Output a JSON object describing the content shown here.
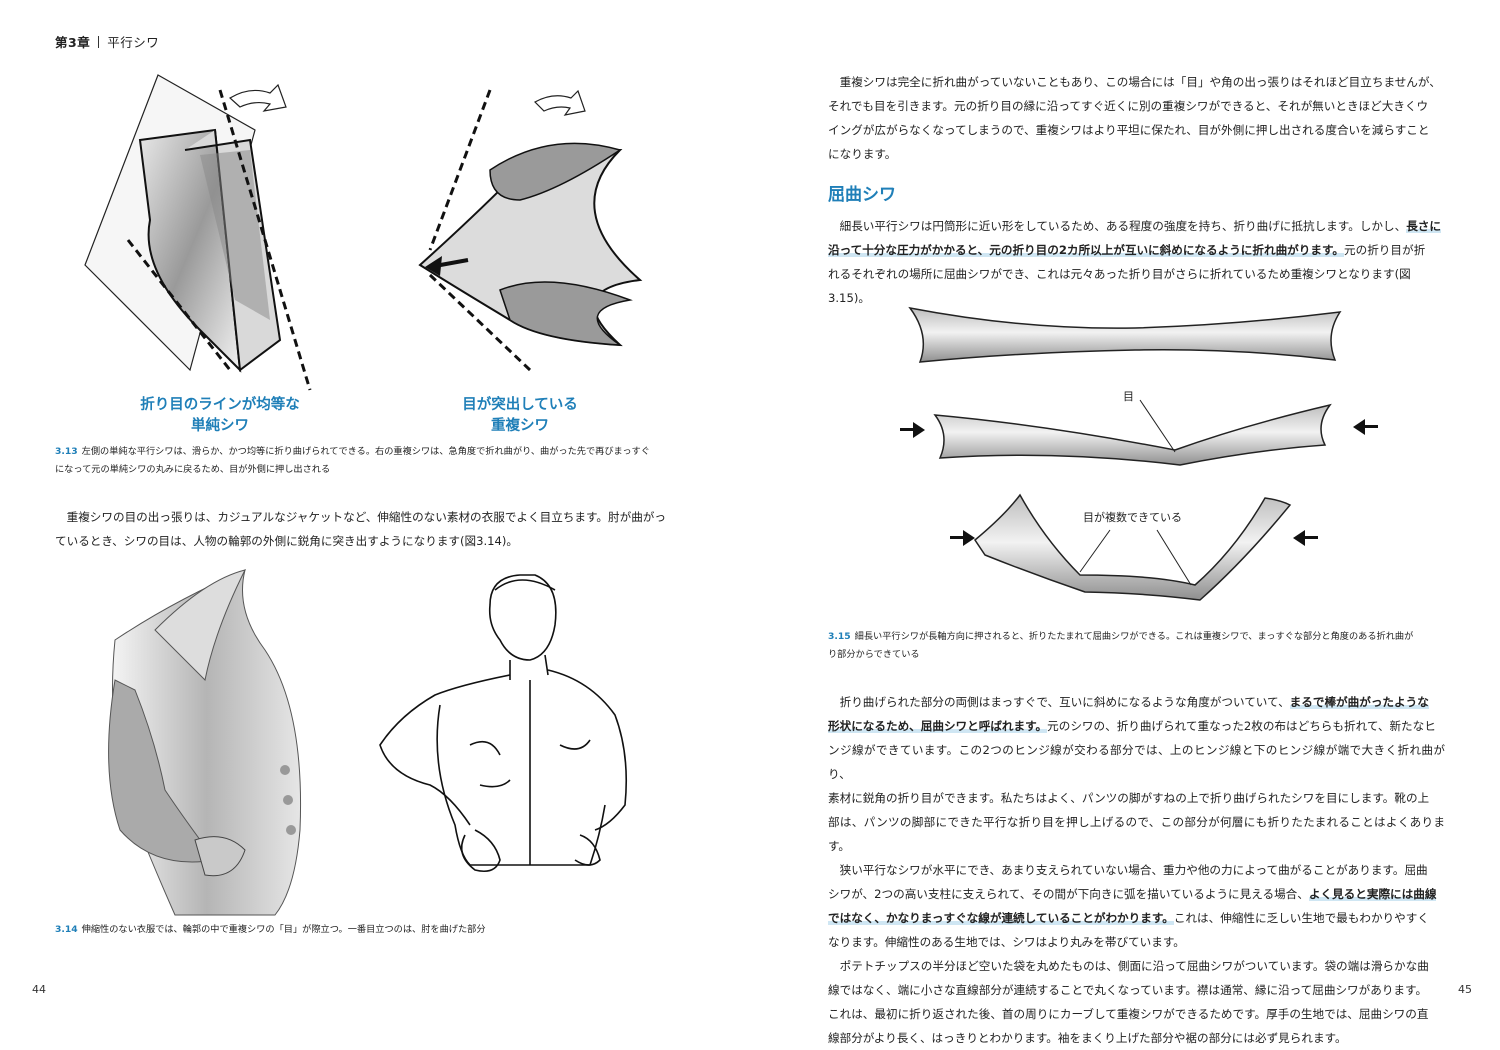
{
  "header": {
    "chapter": "第3章",
    "section": "平行シワ"
  },
  "fig313": {
    "left_caption_line1": "折り目のラインが均等な",
    "left_caption_line2": "単純シワ",
    "right_caption_line1": "目が突出している",
    "right_caption_line2": "重複シワ",
    "num": "3.13",
    "caption_line1": "左側の単純な平行シワは、滑らか、かつ均等に折り曲げられてできる。右の重複シワは、急角度で折れ曲がり、曲がった先で再びまっすぐ",
    "caption_line2": "になって元の単純シワの丸みに戻るため、目が外側に押し出される"
  },
  "left_para": {
    "line1": "重複シワの目の出っ張りは、カジュアルなジャケットなど、伸縮性のない素材の衣服でよく目立ちます。肘が曲がっ",
    "line2": "ているとき、シワの目は、人物の輪郭の外側に鋭角に突き出すようになります(図3.14)。"
  },
  "fig314": {
    "num": "3.14",
    "caption": "伸縮性のない衣服では、輪郭の中で重複シワの「目」が際立つ。一番目立つのは、肘を曲げた部分"
  },
  "right_para1": {
    "line1": "重複シワは完全に折れ曲がっていないこともあり、この場合には「目」や角の出っ張りはそれほど目立ちませんが、",
    "line2": "それでも目を引きます。元の折り目の縁に沿ってすぐ近くに別の重複シワができると、それが無いときほど大きくウ",
    "line3": "イングが広がらなくなってしまうので、重複シワはより平坦に保たれ、目が外側に押し出される度合いを減らすこと",
    "line4": "になります。"
  },
  "section_heading": "屈曲シワ",
  "right_para2": {
    "l1_a": "細長い平行シワは円筒形に近い形をしているため、ある程度の強度を持ち、折り曲げに抵抗します。しかし、",
    "l1_b": "長さに",
    "l2_a": "沿って十分な圧力がかかると、元の折り目の2カ所以上が互いに斜めになるように折れ曲がります。",
    "l2_b": "元の折り目が折",
    "line3": "れるそれぞれの場所に屈曲シワができ、これは元々あった折り目がさらに折れているため重複シワとなります(図",
    "line4": "3.15)。"
  },
  "fig315": {
    "label_me": "目",
    "label_multi": "目が複数できている",
    "num": "3.15",
    "caption_line1": "細長い平行シワが長軸方向に押されると、折りたたまれて屈曲シワができる。これは重複シワで、まっすぐな部分と角度のある折れ曲が",
    "caption_line2": "り部分からできている"
  },
  "right_para3": {
    "l1_a": "折り曲げられた部分の両側はまっすぐで、互いに斜めになるような角度がついていて、",
    "l1_b": "まるで棒が曲がったような",
    "l2_a": "形状になるため、屈曲シワと呼ばれます。",
    "l2_b": "元のシワの、折り曲げられて重なった2枚の布はどちらも折れて、新たなヒ",
    "line3": "ンジ線ができています。この2つのヒンジ線が交わる部分では、上のヒンジ線と下のヒンジ線が端で大きく折れ曲がり、",
    "line4": "素材に鋭角の折り目ができます。私たちはよく、パンツの脚がすねの上で折り曲げられたシワを目にします。靴の上",
    "line5": "部は、パンツの脚部にできた平行な折り目を押し上げるので、この部分が何層にも折りたたまれることはよくあります。"
  },
  "right_para4": {
    "line1": "狭い平行なシワが水平にでき、あまり支えられていない場合、重力や他の力によって曲がることがあります。屈曲",
    "l2_a": "シワが、2つの高い支柱に支えられて、その間が下向きに弧を描いているように見える場合、",
    "l2_b": "よく見ると実際には曲線",
    "l3_a": "ではなく、かなりまっすぐな線が連続していることがわかります。",
    "l3_b": "これは、伸縮性に乏しい生地で最もわかりやすく",
    "line4": "なります。伸縮性のある生地では、シワはより丸みを帯びています。"
  },
  "right_para5": {
    "line1": "ポテトチップスの半分ほど空いた袋を丸めたものは、側面に沿って屈曲シワがついています。袋の端は滑らかな曲",
    "line2": "線ではなく、端に小さな直線部分が連続することで丸くなっています。襟は通常、縁に沿って屈曲シワがあります。",
    "line3": "これは、最初に折り返された後、首の周りにカーブして重複シワができるためです。厚手の生地では、屈曲シワの直",
    "line4": "線部分がより長く、はっきりとわかります。袖をまくり上げた部分や裾の部分には必ず見られます。"
  },
  "page_left": "44",
  "page_right": "45"
}
